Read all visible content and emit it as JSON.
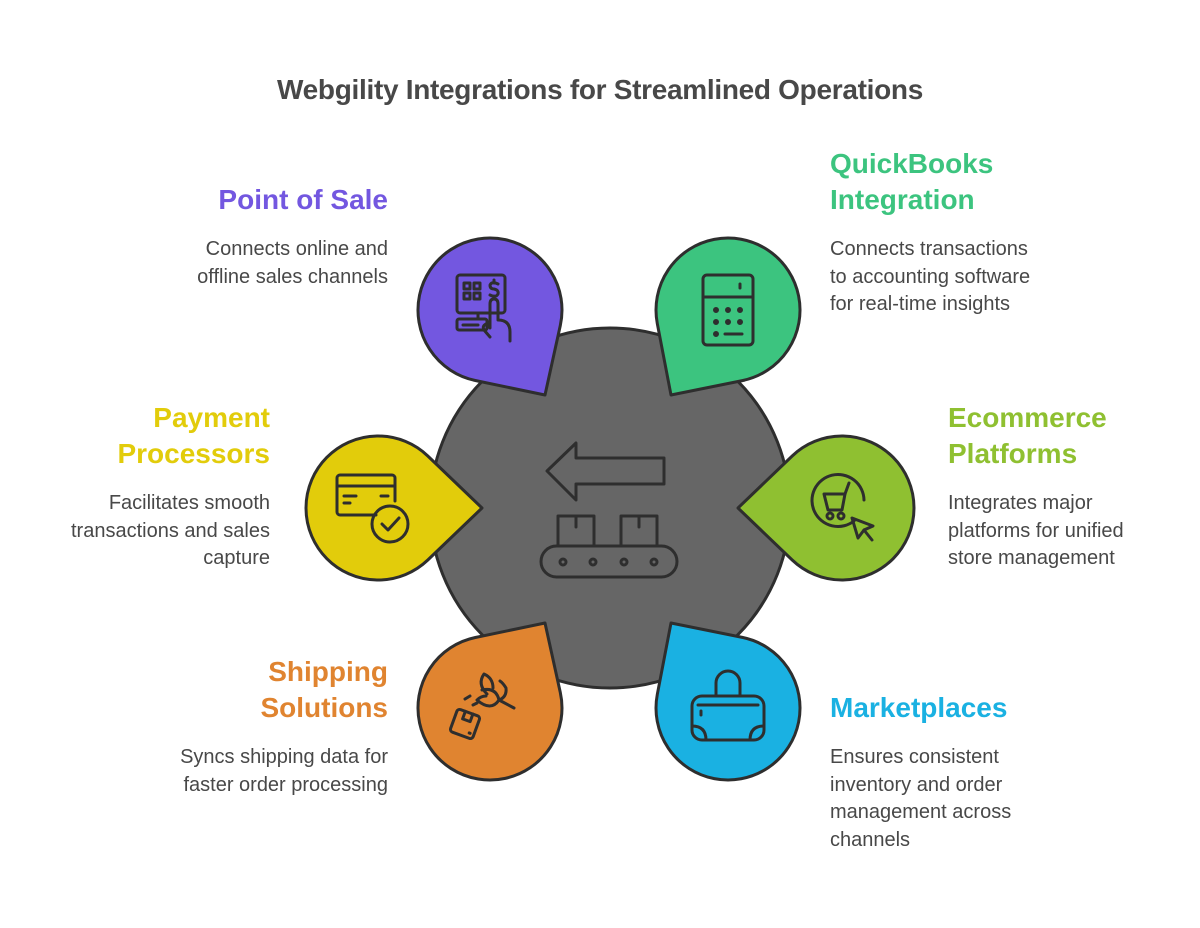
{
  "title": "Webgility Integrations for Streamlined Operations",
  "center": {
    "icon": "conveyor-belt-arrow-icon",
    "fill": "#666666"
  },
  "stroke_color": "#2e2e2e",
  "text_color": "#484848",
  "items": [
    {
      "id": "point-of-sale",
      "title": "Point of Sale",
      "description": "Connects online and offline sales channels",
      "desc_lines": [
        "Connects online and",
        "offline sales channels"
      ],
      "title_lines": [
        "Point of Sale"
      ],
      "color": "#7357e0",
      "icon": "pos-terminal-icon"
    },
    {
      "id": "quickbooks-integration",
      "title": "QuickBooks Integration",
      "title_lines": [
        "QuickBooks",
        "Integration"
      ],
      "description": "Connects transactions to accounting software for real-time insights",
      "desc_lines": [
        "Connects transactions",
        "to accounting software",
        "for real-time insights"
      ],
      "color": "#3cc47f",
      "icon": "calculator-icon"
    },
    {
      "id": "payment-processors",
      "title": "Payment Processors",
      "title_lines": [
        "Payment",
        "Processors"
      ],
      "description": "Facilitates smooth transactions and sales capture",
      "desc_lines": [
        "Facilitates smooth",
        "transactions and sales",
        "capture"
      ],
      "color": "#e2cc0b",
      "icon": "credit-card-check-icon"
    },
    {
      "id": "ecommerce-platforms",
      "title": "Ecommerce Platforms",
      "title_lines": [
        "Ecommerce",
        "Platforms"
      ],
      "description": "Integrates major platforms for unified store management",
      "desc_lines": [
        "Integrates major",
        "platforms for unified",
        "store management"
      ],
      "color": "#8fc031",
      "icon": "shopping-cart-cursor-icon"
    },
    {
      "id": "shipping-solutions",
      "title": "Shipping Solutions",
      "title_lines": [
        "Shipping",
        "Solutions"
      ],
      "description": "Syncs shipping data for faster order processing",
      "desc_lines": [
        "Syncs shipping data for",
        "faster order processing"
      ],
      "color": "#e08430",
      "icon": "package-bird-delivery-icon"
    },
    {
      "id": "marketplaces",
      "title": "Marketplaces",
      "title_lines": [
        "Marketplaces"
      ],
      "description": "Ensures consistent inventory and order management across channels",
      "desc_lines": [
        "Ensures consistent",
        "inventory and order",
        "management across",
        "channels"
      ],
      "color": "#1ab1e2",
      "icon": "shopping-bag-icon"
    }
  ]
}
